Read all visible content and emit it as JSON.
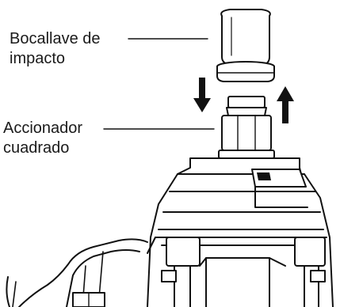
{
  "labels": {
    "socket": {
      "line1": "Bocallave de",
      "line2": "impacto"
    },
    "drive": {
      "line1": "Accionador",
      "line2": "cuadrado"
    }
  },
  "colors": {
    "ink": "#111111",
    "paper": "#ffffff"
  },
  "icons": {
    "down_arrow": "arrow-down-icon",
    "up_arrow": "arrow-up-icon"
  }
}
